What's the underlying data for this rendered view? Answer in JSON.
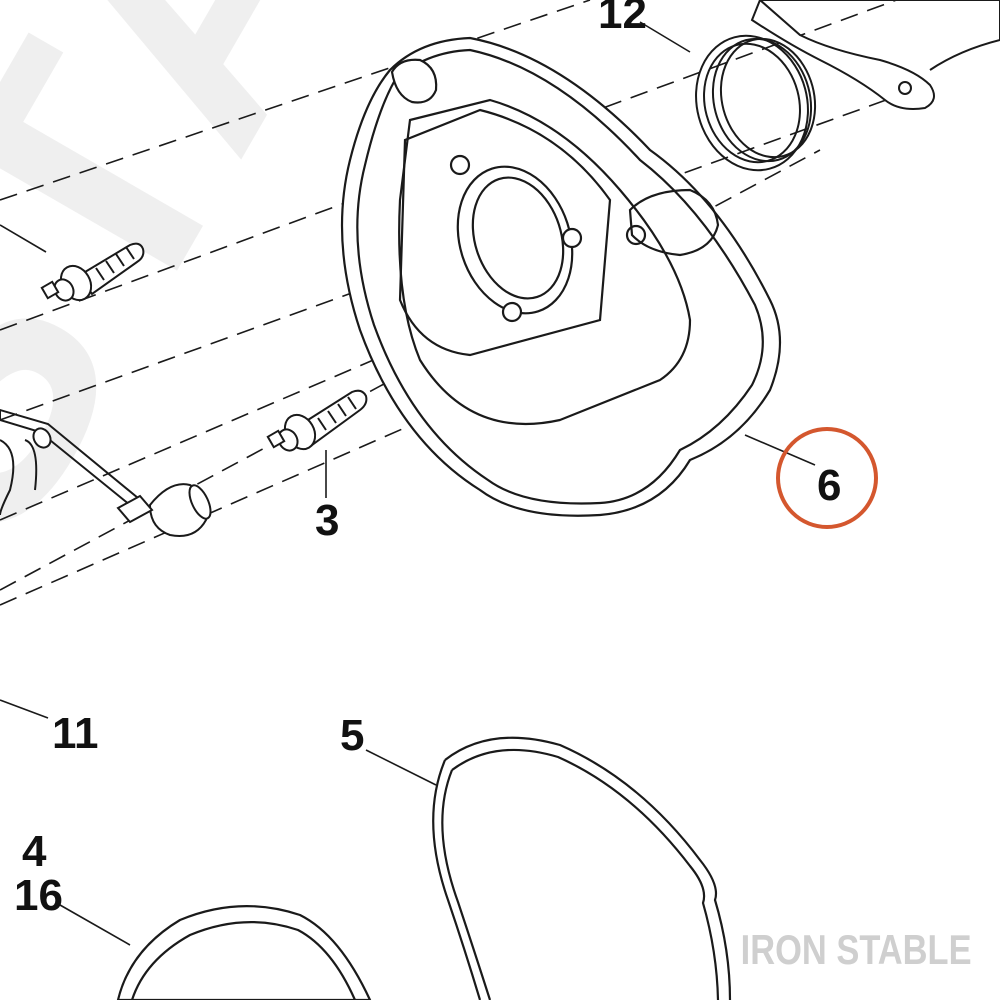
{
  "callouts": [
    {
      "id": "12",
      "label": "12"
    },
    {
      "id": "6",
      "label": "6"
    },
    {
      "id": "3",
      "label": "3"
    },
    {
      "id": "11",
      "label": "11"
    },
    {
      "id": "5",
      "label": "5"
    },
    {
      "id": "4",
      "label": "4"
    },
    {
      "id": "16",
      "label": "16"
    }
  ],
  "highlight": {
    "callout": "6",
    "color": "#d4572e"
  },
  "watermark": "STABLE",
  "brand": "IRON STABLE",
  "colors": {
    "line": "#1a1a1a",
    "watermark": "#eeeeee",
    "highlight": "#d4572e",
    "brand": "#cfcfcf"
  }
}
